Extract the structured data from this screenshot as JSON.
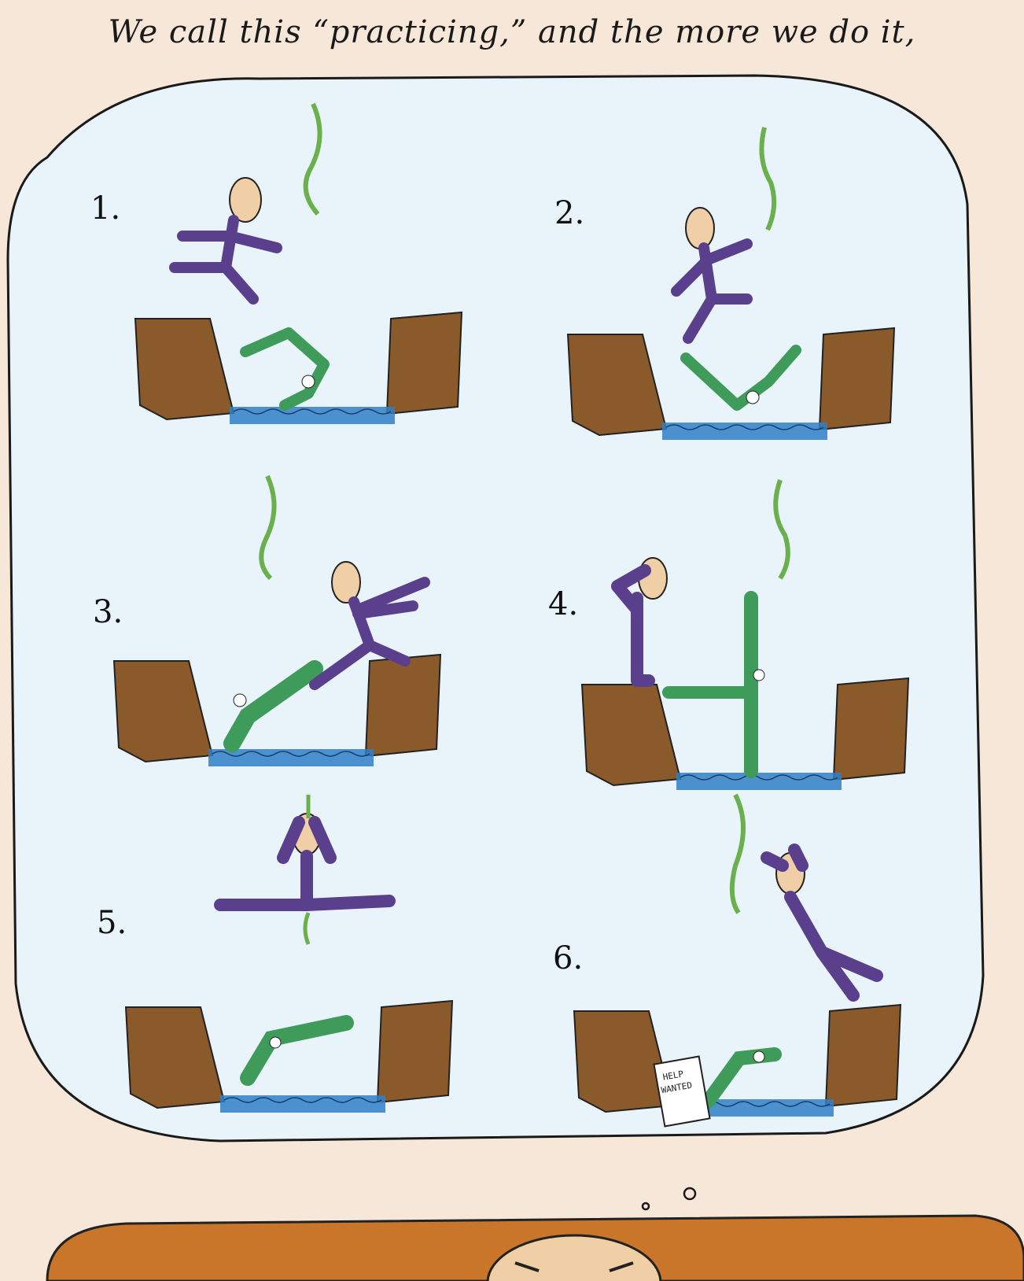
{
  "caption": "We call this “practicing,” and the more we do it,",
  "panels": [
    {
      "number": "1."
    },
    {
      "number": "2."
    },
    {
      "number": "3."
    },
    {
      "number": "4."
    },
    {
      "number": "5."
    },
    {
      "number": "6."
    }
  ],
  "sign": {
    "line1": "HELP",
    "line2": "WANTED"
  },
  "colors": {
    "background": "#f6e7d8",
    "bubble": "#e8f3fa",
    "cliff": "#8a5a2b",
    "water": "#2f7fc7",
    "figure": "#5a3f8c",
    "skin": "#f0cfa6",
    "croc": "#3f9b5a",
    "vine": "#6ab04c",
    "couch": "#c9752a"
  }
}
